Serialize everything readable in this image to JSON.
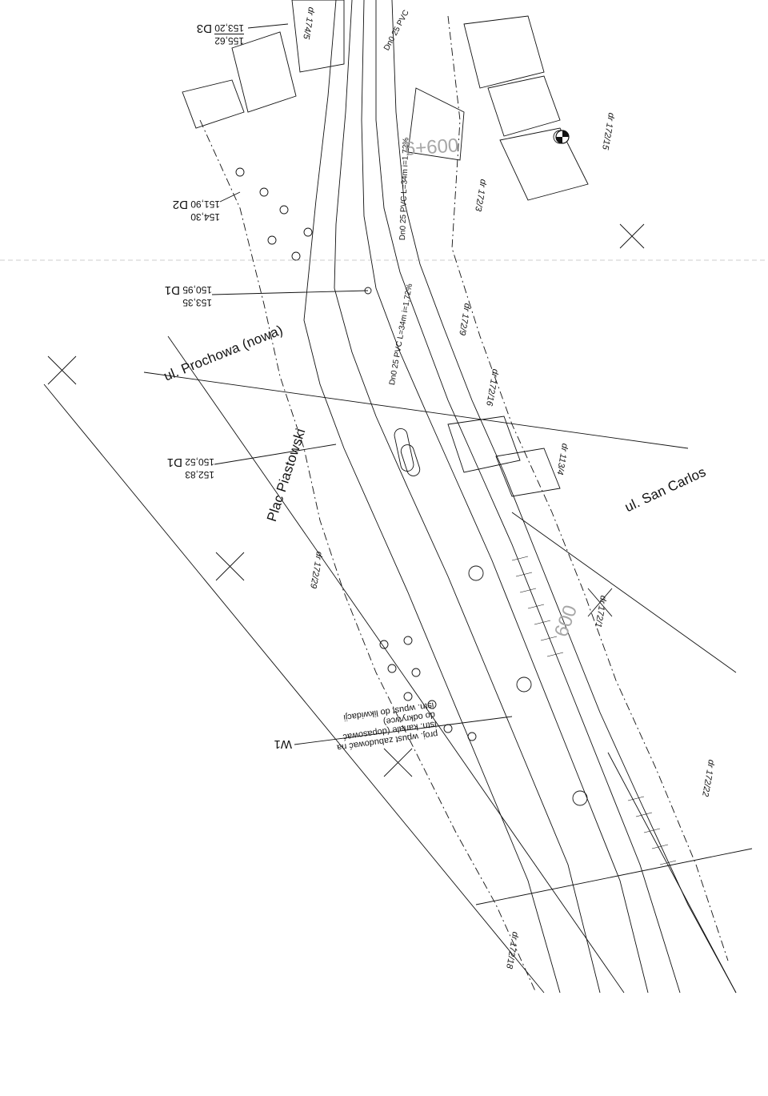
{
  "streets": {
    "prochowa": "ul. Prochowa (nowa)",
    "piastowski": "Plac Piastowski",
    "san_carlos": "ul. San Carlos"
  },
  "levels": {
    "d3": {
      "id": "D3",
      "top": "155,62",
      "bottom": "153,20"
    },
    "d2": {
      "id": "D2",
      "top": "154,30",
      "bottom": "151,90"
    },
    "d1": {
      "id": "D1",
      "top": "153,35",
      "bottom": "150,95"
    },
    "d1b": {
      "id": "D1",
      "top": "152,83",
      "bottom": "150,52"
    }
  },
  "inlet": {
    "id": "W1",
    "note_lines": [
      "proj. wpust zabudować na",
      "istn. kanale (dopasować",
      "do odkrywce)",
      "istn. wpust do likwidacji"
    ]
  },
  "pipes": {
    "p1": "Dn0 25 PVC L=34m i=1,72%",
    "p2": "Dn0 25 PVC L=34m i=1,72%",
    "p3": "Dn0 25 PVC"
  },
  "chainage": {
    "a": "6+600",
    "b": "600"
  },
  "plots": [
    "172/9",
    "172/16",
    "172/15",
    "172/3",
    "172/29",
    "172/22",
    "172/18",
    "174/5",
    "172/1",
    "113/4"
  ],
  "plot_prefix": "dr",
  "colors": {
    "line": "#111111",
    "faint": "#9a9a9a"
  }
}
